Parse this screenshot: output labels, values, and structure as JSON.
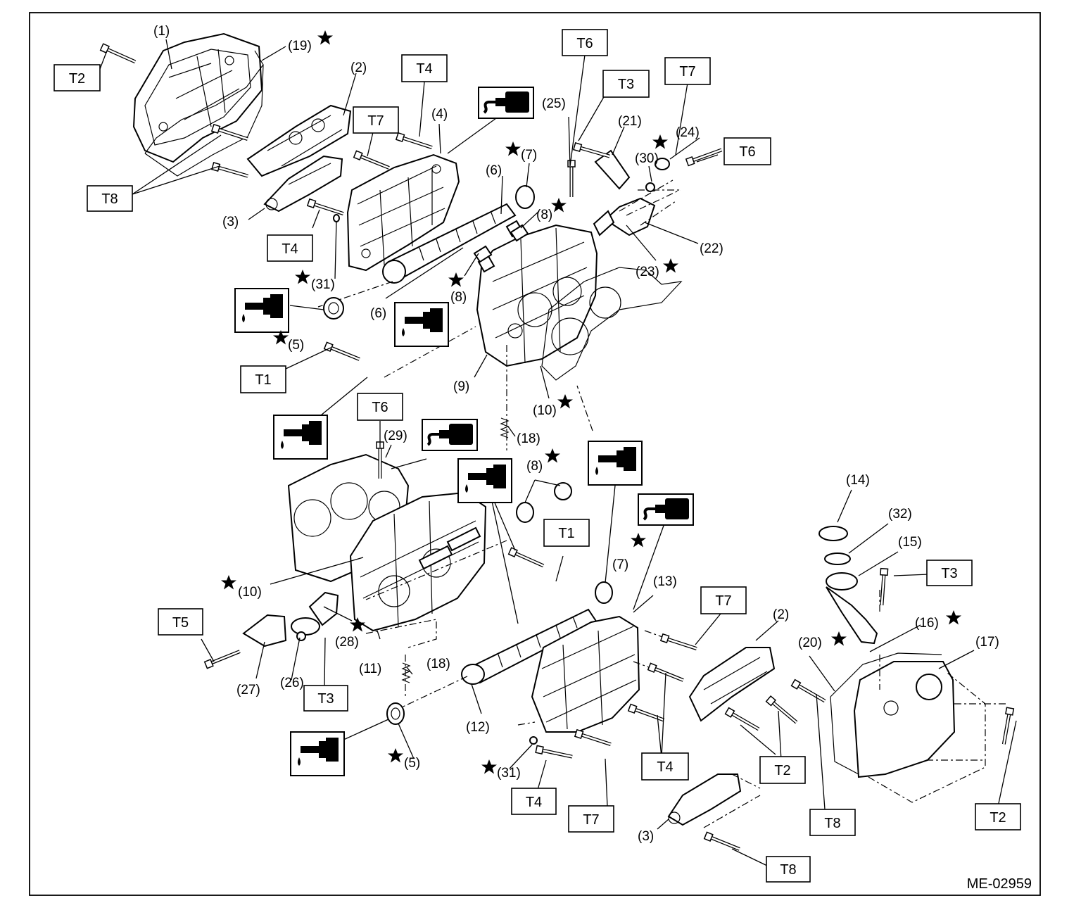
{
  "drawing_id": "ME-02959",
  "torque_labels": [
    "T1",
    "T2",
    "T3",
    "T4",
    "T5",
    "T6",
    "T7",
    "T8"
  ],
  "callouts": {
    "c1": "(1)",
    "c2": "(2)",
    "c3": "(3)",
    "c4": "(4)",
    "c5": "(5)",
    "c6": "(6)",
    "c7": "(7)",
    "c8": "(8)",
    "c9": "(9)",
    "c10": "(10)",
    "c11": "(11)",
    "c12": "(12)",
    "c13": "(13)",
    "c14": "(14)",
    "c15": "(15)",
    "c16": "(16)",
    "c17": "(17)",
    "c18": "(18)",
    "c19": "(19)",
    "c20": "(20)",
    "c21": "(21)",
    "c22": "(22)",
    "c23": "(23)",
    "c24": "(24)",
    "c25": "(25)",
    "c26": "(26)",
    "c27": "(27)",
    "c28": "(28)",
    "c29": "(29)",
    "c30": "(30)",
    "c31": "(31)",
    "c32": "(32)"
  },
  "symbols": {
    "replace_part": "star",
    "apply_oil": "oil-can-icon",
    "apply_sealant": "sealant-tube-icon"
  },
  "colors": {
    "ink": "#000000",
    "paper": "#ffffff"
  }
}
